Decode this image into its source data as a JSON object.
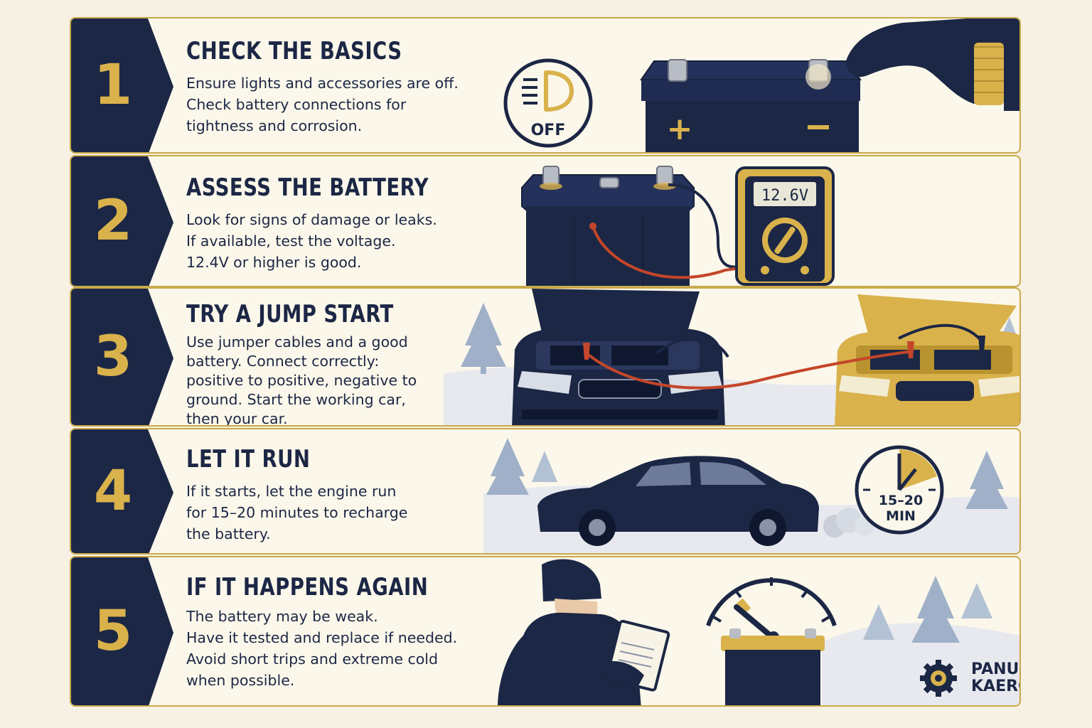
{
  "steps": [
    {
      "number": "1",
      "title": "CHECK THE BASICS",
      "lines": [
        "Ensure lights and accessories are off.",
        "Check battery connections for",
        "tightness and corrosion."
      ],
      "icon_label": "OFF"
    },
    {
      "number": "2",
      "title": "ASSESS THE BATTERY",
      "lines": [
        "Look for signs of damage or leaks.",
        "If available, test the voltage.",
        "12.4V or higher is good."
      ],
      "meter_reading": "12.6V"
    },
    {
      "number": "3",
      "title": "TRY A JUMP START",
      "lines": [
        "Use jumper cables and a good",
        "battery. Connect correctly:",
        "positive to positive, negative to",
        "ground. Start the working car,",
        "then your car."
      ]
    },
    {
      "number": "4",
      "title": "LET IT RUN",
      "lines": [
        "If it starts, let the engine run",
        "for 15–20 minutes to recharge",
        "the battery."
      ],
      "timer_line1": "15–20",
      "timer_line2": "MIN"
    },
    {
      "number": "5",
      "title": "IF IT HAPPENS AGAIN",
      "lines": [
        "The battery may be weak.",
        "Have it tested and replace if needed.",
        "Avoid short trips and extreme cold",
        "when possible."
      ]
    }
  ],
  "brand": {
    "line1": "PANUN",
    "line2": "KAERGAR"
  },
  "colors": {
    "navy": "#1c2745",
    "gold": "#d9b24c",
    "cream": "#fbf7ea",
    "border": "#c9a94a"
  }
}
